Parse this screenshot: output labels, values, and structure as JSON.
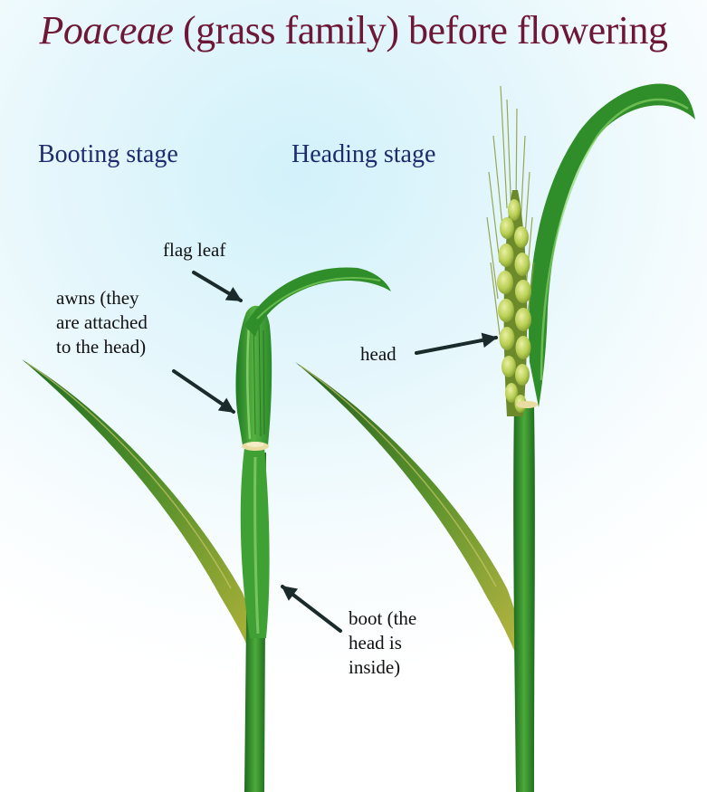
{
  "title": {
    "italic": "Poaceae",
    "rest": " (grass family) before flowering"
  },
  "stages": {
    "booting": "Booting stage",
    "heading": "Heading stage"
  },
  "labels": {
    "flag_leaf": "flag leaf",
    "awns": "awns (they\nare attached\nto the head)",
    "head": "head",
    "boot": "boot (the\nhead is\ninside)"
  },
  "colors": {
    "title": "#6e1736",
    "stage_text": "#1e2a6e",
    "leaf_green": "#2f8f2a",
    "leaf_yellow": "#b7b53a",
    "arrow": "#1b2b2b"
  }
}
